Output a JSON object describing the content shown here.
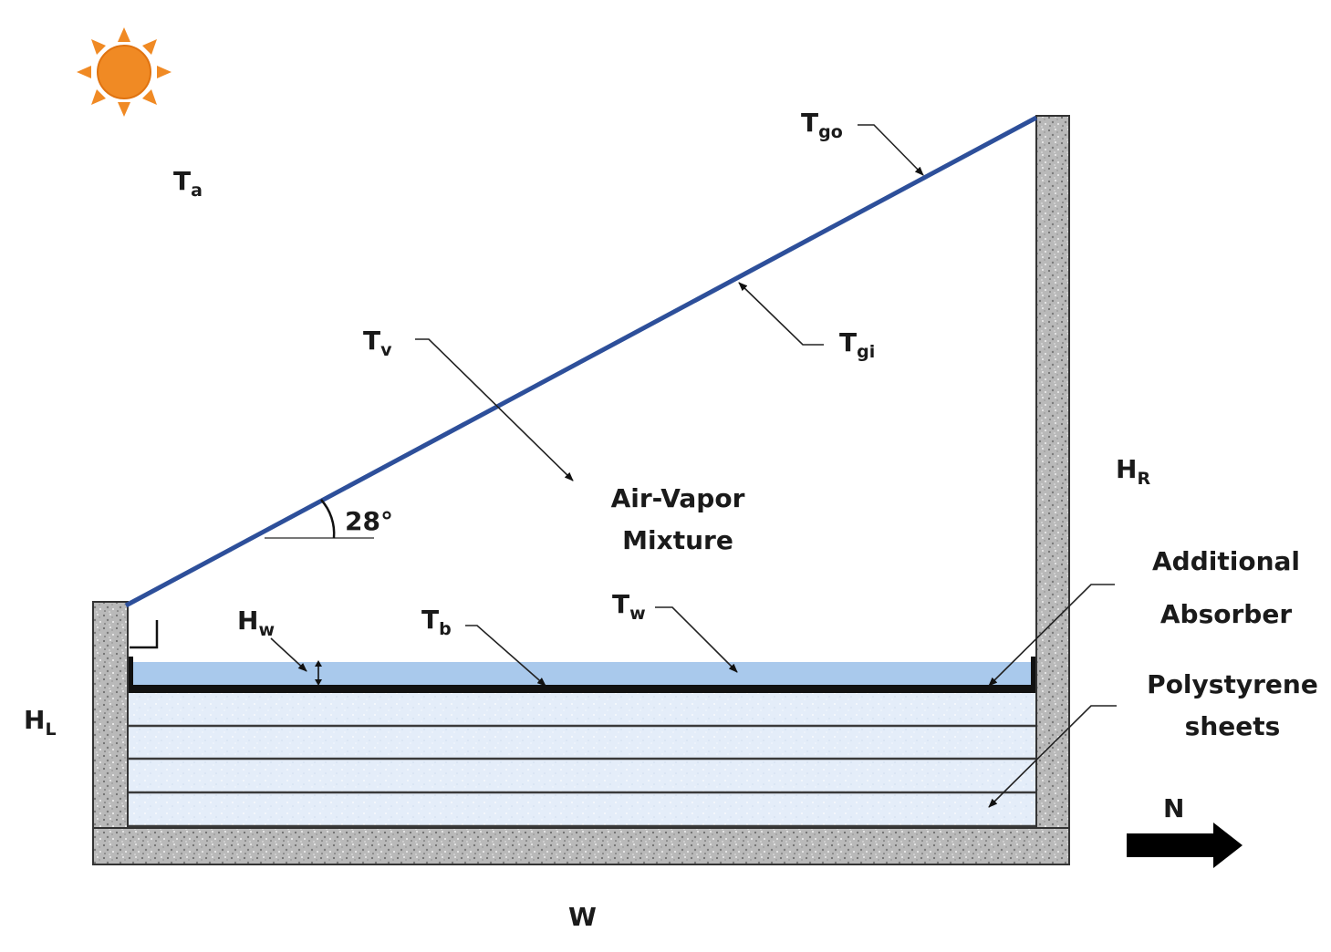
{
  "symbols": {
    "ta": {
      "main": "T",
      "sub": "a"
    },
    "tgo": {
      "main": "T",
      "sub": "go"
    },
    "tgi": {
      "main": "T",
      "sub": "gi"
    },
    "tv": {
      "main": "T",
      "sub": "v"
    },
    "tb": {
      "main": "T",
      "sub": "b"
    },
    "tw": {
      "main": "T",
      "sub": "w"
    },
    "hw": {
      "main": "H",
      "sub": "w"
    },
    "hl": {
      "main": "H",
      "sub": "L"
    },
    "hr": {
      "main": "H",
      "sub": "R"
    }
  },
  "angle_label": "28°",
  "mixture_label": {
    "line1": "Air-Vapor",
    "line2": "Mixture"
  },
  "absorber_label": {
    "line1": "Additional",
    "line2": "Absorber"
  },
  "insulation_label": {
    "line1": "Polystyrene",
    "line2": "sheets"
  },
  "width_label": "W",
  "north_label": "N",
  "colors": {
    "glass_cover": "#2d4f9a",
    "water": "#a9c9ec",
    "polystyrene": "#e3ecf8",
    "concrete": "#b8b8b8",
    "sun": "#f08a24",
    "absorber": "#111111"
  },
  "icons": {
    "sun": "sun-icon",
    "north_arrow": "north-arrow-icon"
  }
}
